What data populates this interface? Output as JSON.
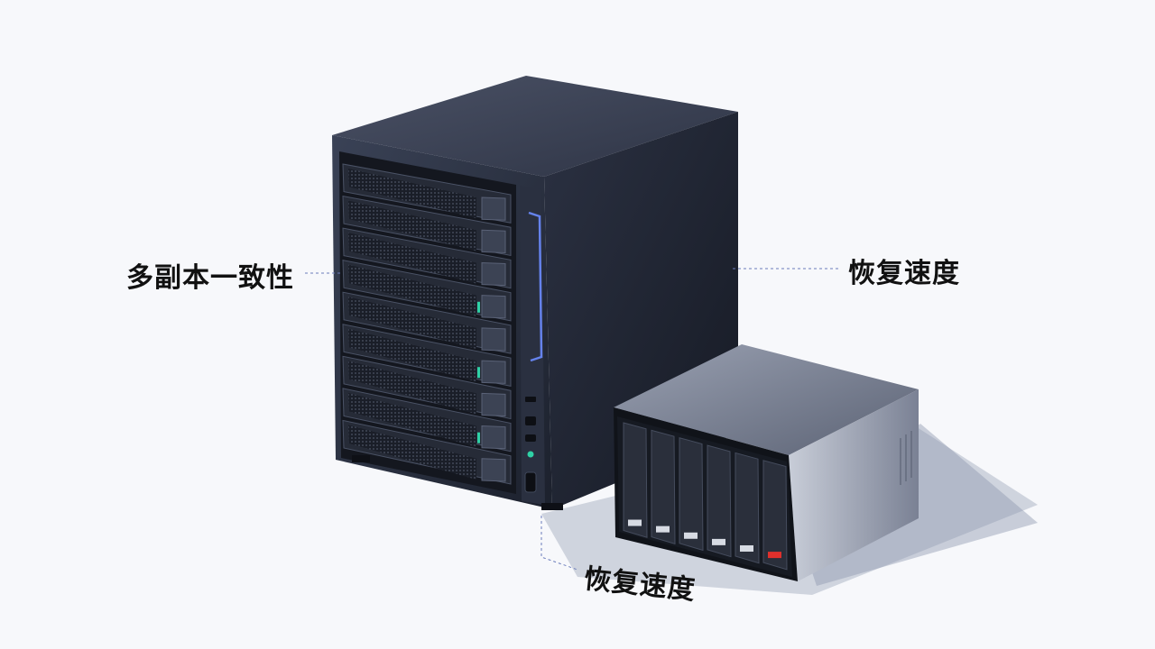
{
  "scene": {
    "background": "#f7f8fb",
    "accent_led": "#6b8cff",
    "status_led": "#2fd1a6",
    "alert_led": "#e0302c"
  },
  "labels": {
    "left": "多副本一致性",
    "right": "恢复速度",
    "bottom": "恢复速度"
  },
  "large_server": {
    "drive_bays": 9,
    "status_led_bays": [
      4,
      6,
      8
    ]
  },
  "small_nas": {
    "drive_bays": 6,
    "alert_bay": 6
  }
}
